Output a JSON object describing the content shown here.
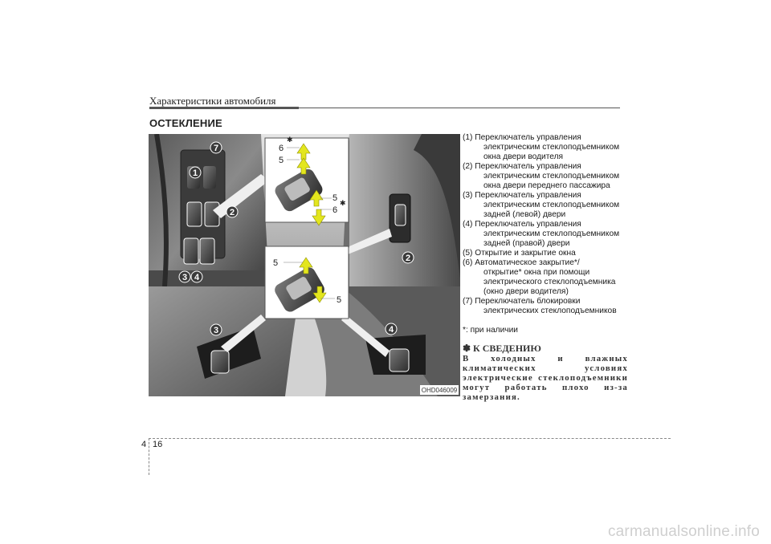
{
  "header": {
    "title": "Характеристики автомобиля"
  },
  "section_title": "ОСТЕКЛЕНИЕ",
  "figure": {
    "image_code": "OHD046009",
    "callouts": [
      "1",
      "2",
      "3",
      "4",
      "7",
      "2",
      "3",
      "4"
    ],
    "arrow_labels": {
      "six_top": "6",
      "five_top": "5",
      "five_mid": "5",
      "six_mid": "6",
      "five_low_top": "5",
      "five_low_bottom": "5",
      "asterisk": "✱"
    },
    "colors": {
      "arrow": "#e3e61e",
      "callout": "#3a3a3a",
      "leader": "#ffffff"
    }
  },
  "items": [
    "(1) Переключатель управления\nэлектрическим стеклоподъемником\nокна двери водителя",
    "(2) Переключатель управления\nэлектрическим стеклоподъемником\nокна двери переднего пассажира",
    "(3) Переключатель управления\nэлектрическим стеклоподъемником\nзадней (левой) двери",
    "(4) Переключатель управления\nэлектрическим стеклоподъемником\nзадней (правой) двери",
    "(5) Открытие и закрытие окна",
    "(6) Автоматическое закрытие*/\nоткрытие* окна при помощи\nэлектрического стеклоподъемника\n(окно двери водителя)",
    "(7) Переключатель блокировки\nэлектрических стеклоподъемников"
  ],
  "footnote": "*: при наличии",
  "note": {
    "title": "✽ К СВЕДЕНИЮ",
    "text": "В холодных и влажных климатических условиях электрические стеклоподъемники могут работать плохо из-за замерзания."
  },
  "footer": {
    "chapter": "4",
    "page": "16"
  },
  "watermark": "carmanualsonline.info"
}
